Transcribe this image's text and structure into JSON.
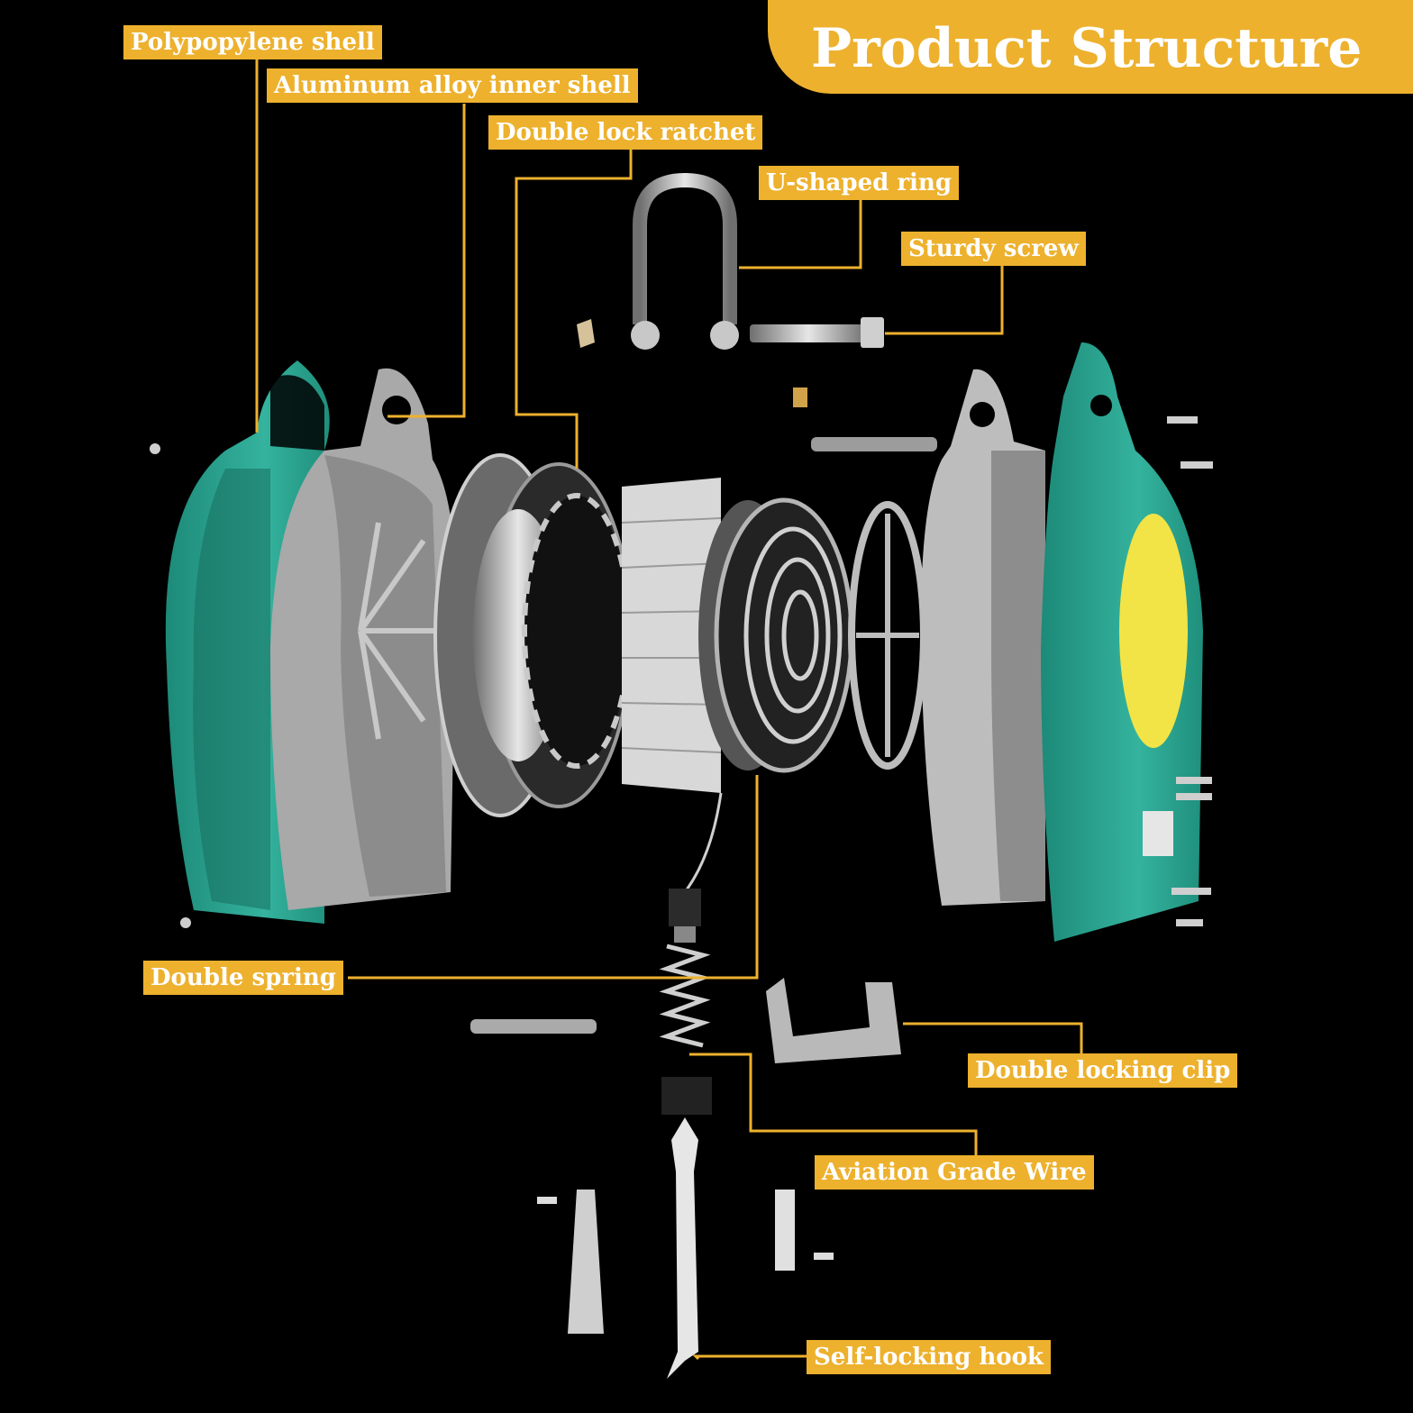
{
  "title": "Product Structure",
  "colors": {
    "accent": "#edb12e",
    "background": "#000000",
    "shell_green": "#2aa38f",
    "aluminum": "#b9b9b9",
    "label_text": "#ffffff",
    "window_yellow": "#f2e447"
  },
  "labels": {
    "polypropylene_shell": "Polypopylene shell",
    "aluminum_inner_shell": "Aluminum alloy inner shell",
    "double_lock_ratchet": "Double lock ratchet",
    "u_shaped_ring": "U-shaped ring",
    "sturdy_screw": "Sturdy screw",
    "double_spring": "Double spring",
    "double_locking_clip": "Double locking clip",
    "aviation_grade_wire": "Aviation Grade Wire",
    "self_locking_hook": "Self-locking hook"
  }
}
